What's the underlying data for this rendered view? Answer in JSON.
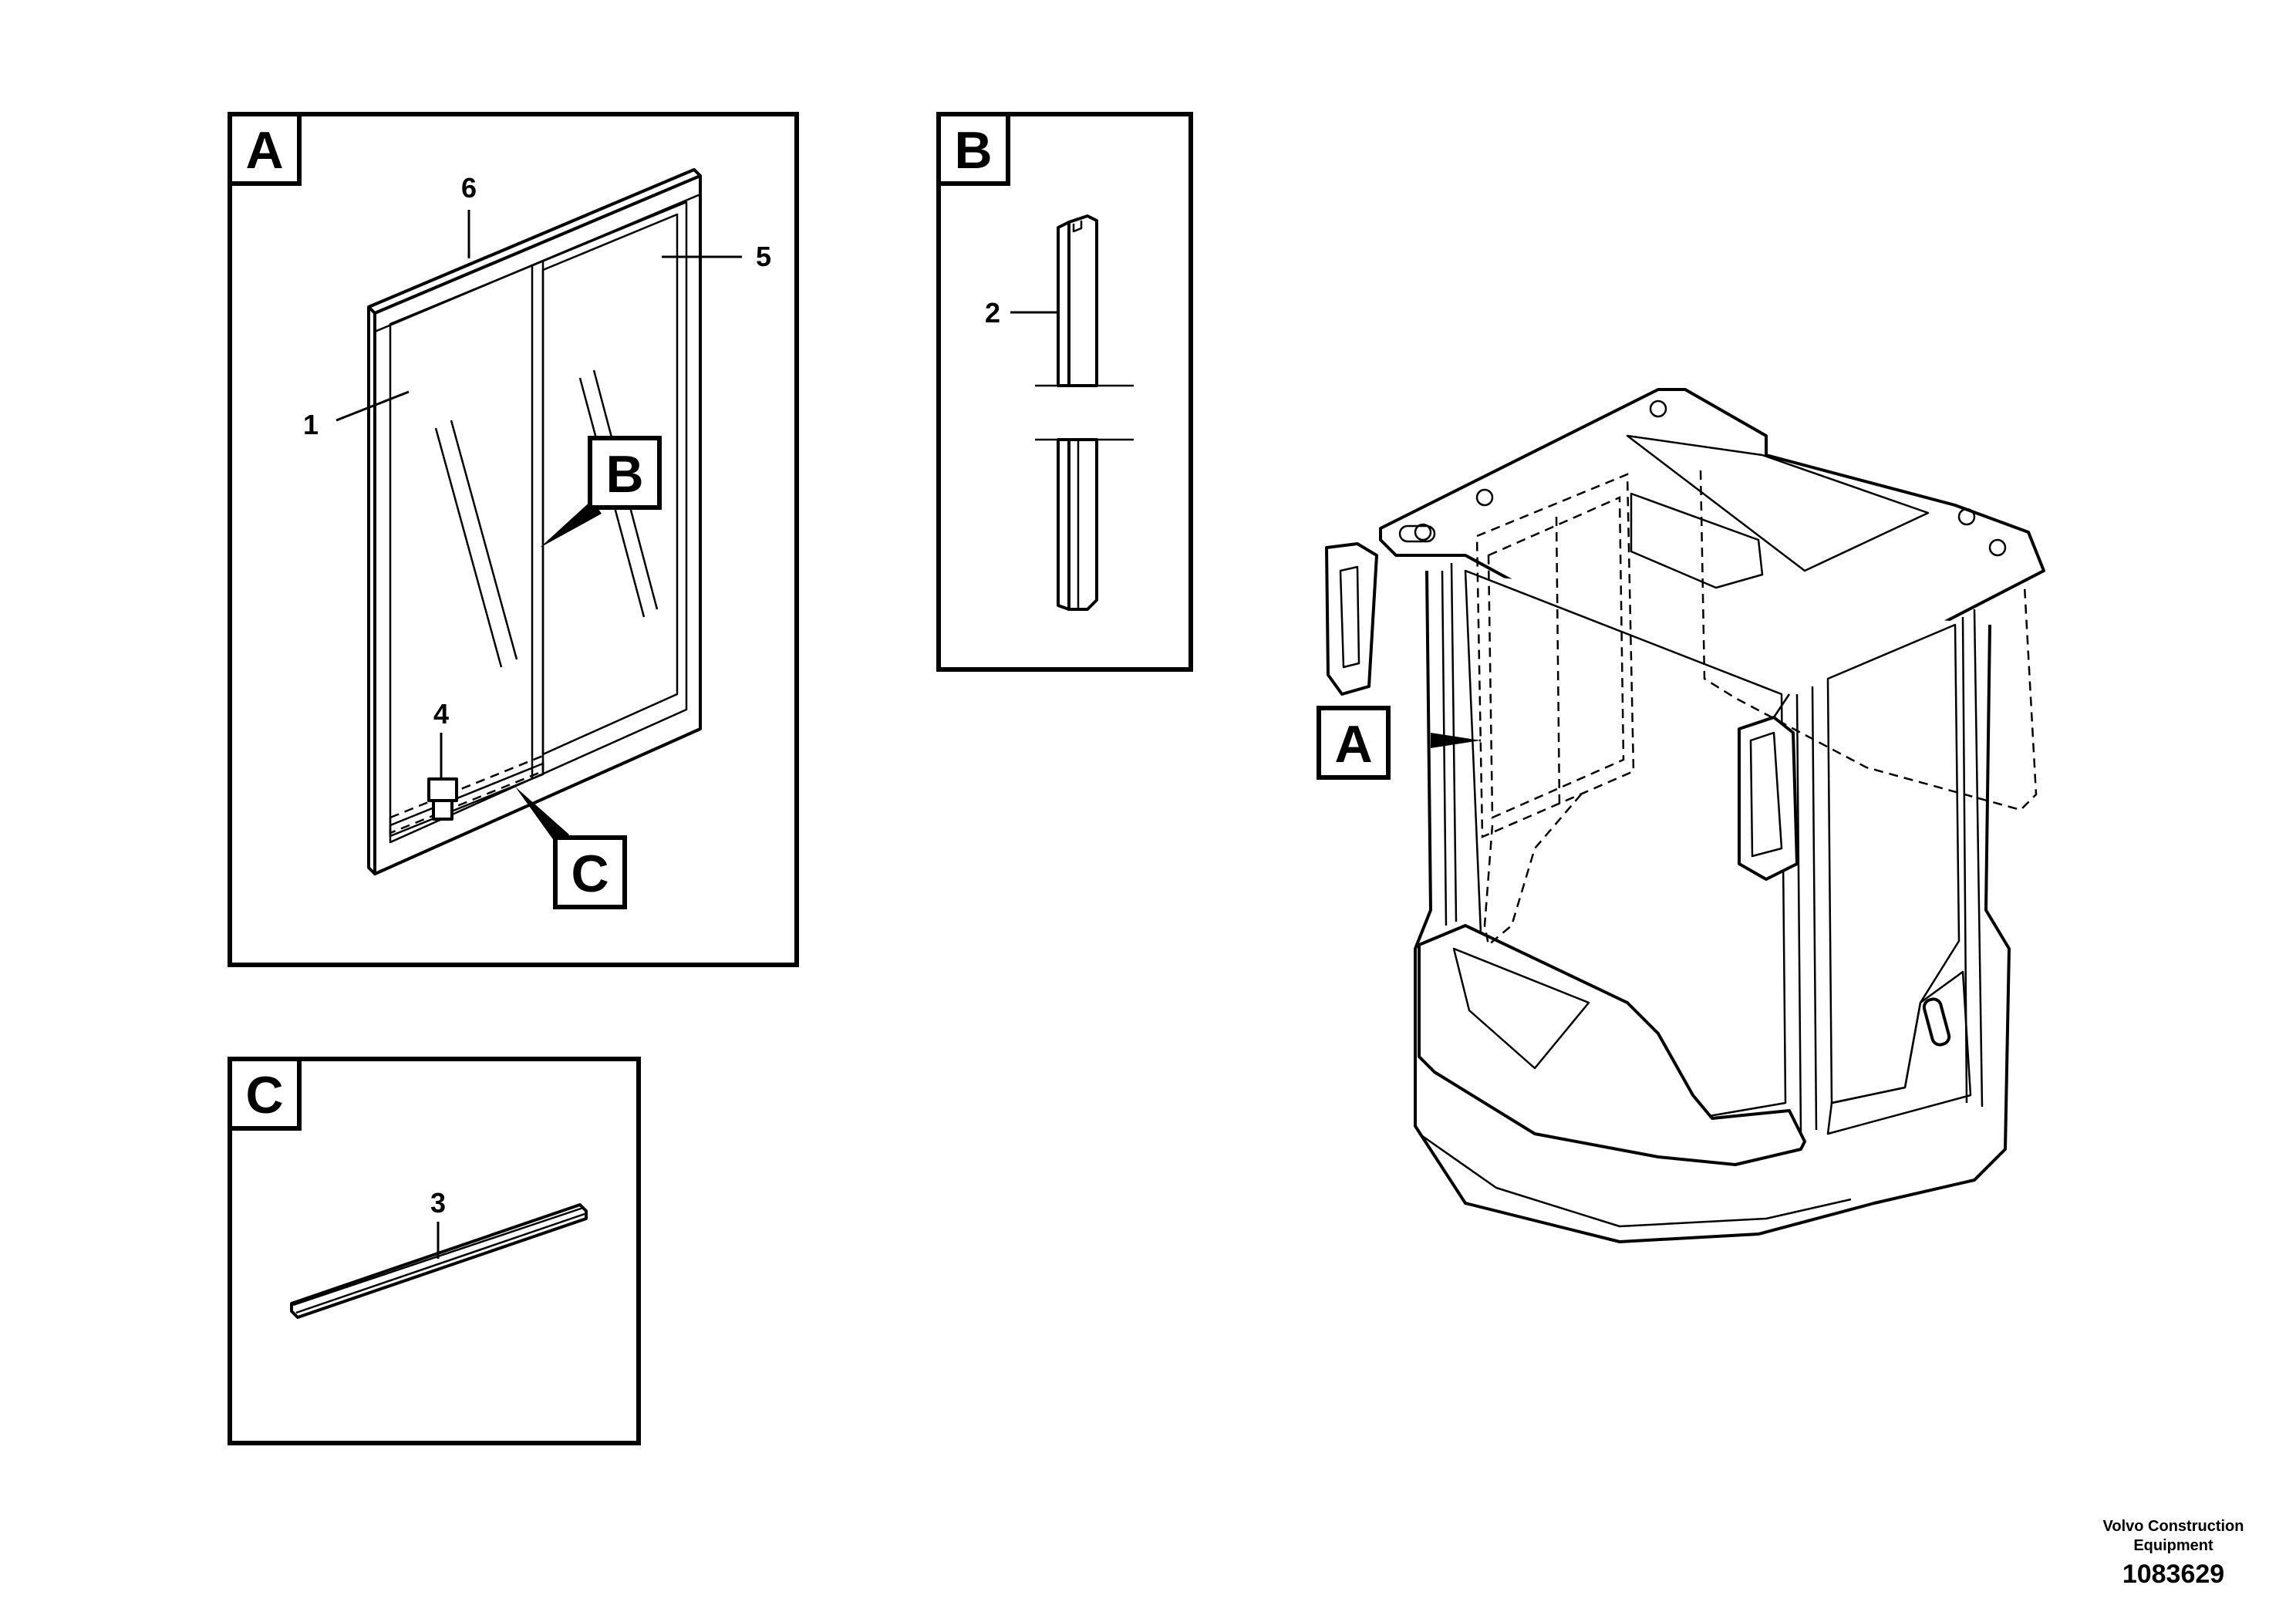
{
  "panels": {
    "a": {
      "label": "A"
    },
    "b": {
      "label": "B"
    },
    "c": {
      "label": "C"
    }
  },
  "callouts": {
    "b_in_a": "B",
    "c_in_a": "C",
    "a_on_cab": "A"
  },
  "items": {
    "item1": "1",
    "item2": "2",
    "item3": "3",
    "item4": "4",
    "item5": "5",
    "item6": "6"
  },
  "footer": {
    "company_line1": "Volvo Construction",
    "company_line2": "Equipment",
    "drawing_number": "1083629"
  }
}
